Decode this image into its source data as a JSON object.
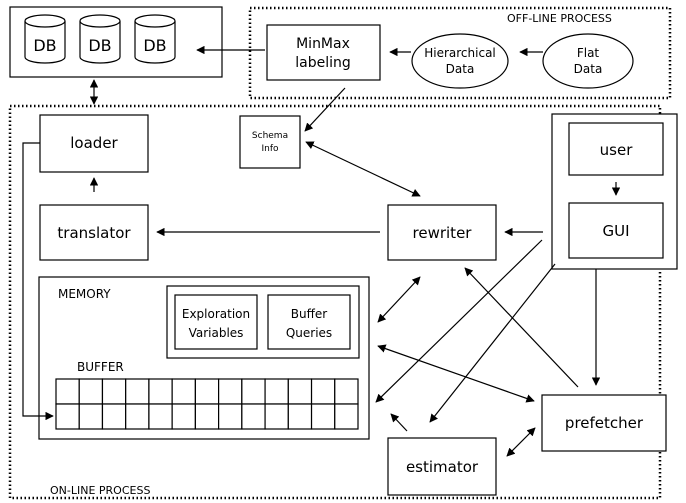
{
  "databases": [
    "DB",
    "DB",
    "DB"
  ],
  "offline": {
    "region_label": "OFF-LINE PROCESS",
    "minmax": [
      "MinMax",
      "labeling"
    ],
    "hierarchical": [
      "Hierarchical",
      "Data"
    ],
    "flat": [
      "Flat",
      "Data"
    ]
  },
  "online": {
    "region_label": "ON-LINE PROCESS",
    "loader": "loader",
    "schema_info": [
      "Schema",
      "Info"
    ],
    "translator": "translator",
    "rewriter": "rewriter",
    "user": "user",
    "gui": "GUI",
    "memory_label": "MEMORY",
    "exploration_variables": [
      "Exploration",
      "Variables"
    ],
    "buffer_queries": [
      "Buffer",
      "Queries"
    ],
    "buffer_label": "BUFFER",
    "buffer_columns": 13,
    "buffer_rows": 2,
    "prefetcher": "prefetcher",
    "estimator": "estimator"
  }
}
